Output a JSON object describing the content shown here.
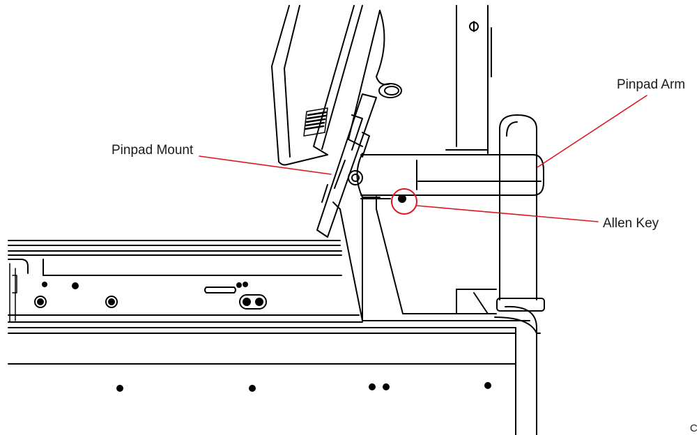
{
  "diagram": {
    "title": "",
    "callouts": {
      "pinpad_arm": "Pinpad Arm",
      "pinpad_mount": "Pinpad Mount",
      "allen_key": "Allen Key"
    },
    "corner_mark": "C"
  },
  "colors": {
    "line": "#000000",
    "callout_leader": "#e0141e",
    "highlight_circle": "#e0141e",
    "background": "#ffffff"
  }
}
